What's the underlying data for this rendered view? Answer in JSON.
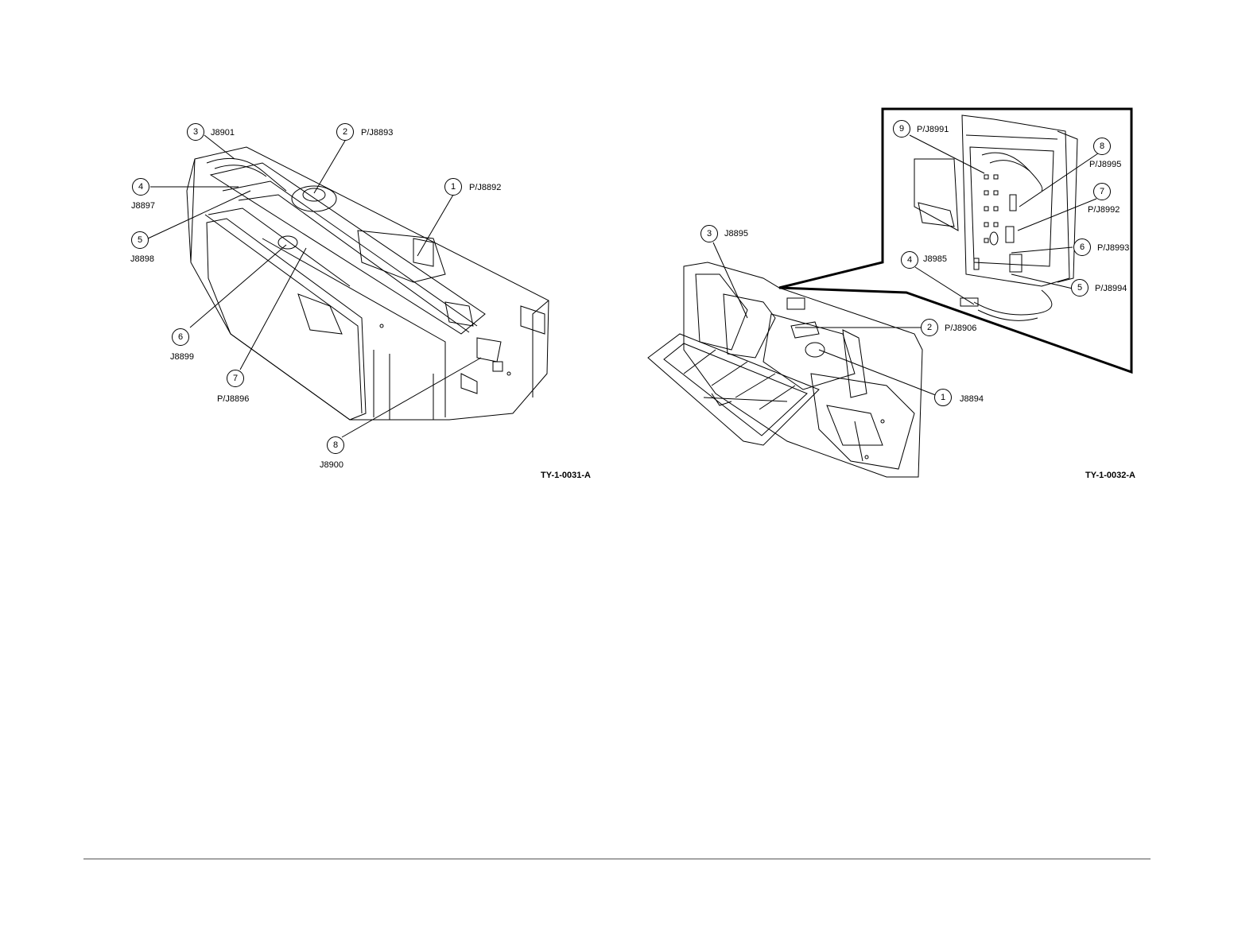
{
  "figures": [
    {
      "id": "TY-1-0031-A",
      "callouts": [
        {
          "number": "1",
          "label": "P/J8892"
        },
        {
          "number": "2",
          "label": "P/J8893"
        },
        {
          "number": "3",
          "label": "J8901"
        },
        {
          "number": "4",
          "label": "J8897"
        },
        {
          "number": "5",
          "label": "J8898"
        },
        {
          "number": "6",
          "label": "J8899"
        },
        {
          "number": "7",
          "label": "P/J8896"
        },
        {
          "number": "8",
          "label": "J8900"
        }
      ]
    },
    {
      "id": "TY-1-0032-A",
      "callouts": [
        {
          "number": "1",
          "label": "J8894"
        },
        {
          "number": "2",
          "label": "P/J8906"
        },
        {
          "number": "3",
          "label": "J8895"
        },
        {
          "number": "4",
          "label": "J8985"
        },
        {
          "number": "5",
          "label": "P/J8994"
        },
        {
          "number": "6",
          "label": "P/J8993"
        },
        {
          "number": "7",
          "label": "P/J8992"
        },
        {
          "number": "8",
          "label": "P/J8995"
        },
        {
          "number": "9",
          "label": "P/J8991"
        }
      ]
    }
  ]
}
